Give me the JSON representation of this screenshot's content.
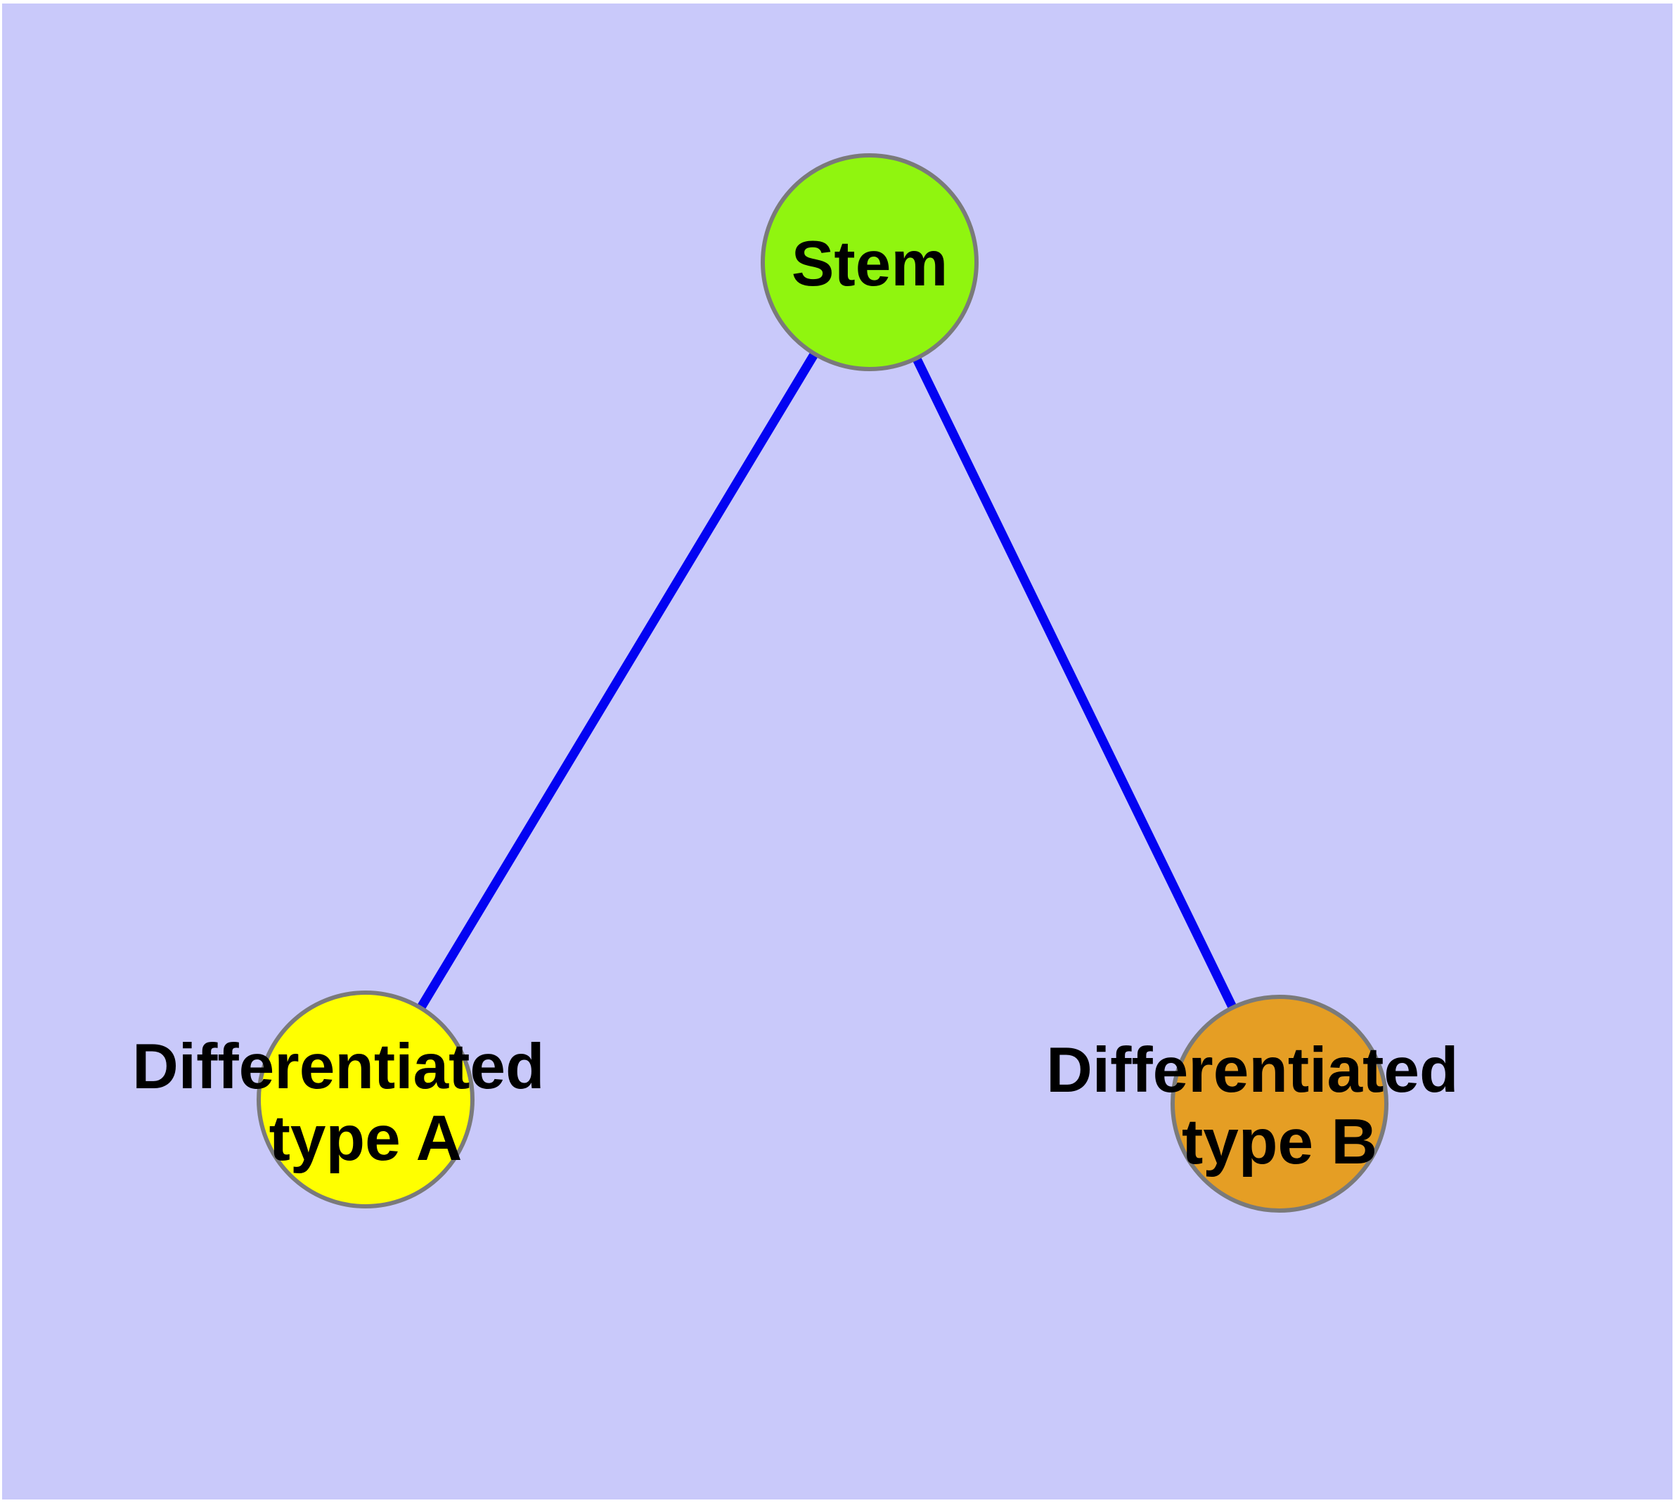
{
  "canvas": {
    "background_color": "#c9c9fa",
    "page_margin_color": "#ffffff"
  },
  "graph": {
    "type": "node-link-diagram",
    "title": "",
    "nodes": [
      {
        "id": "stem",
        "label": "Stem",
        "fill_color": "#90f50f",
        "border_color": "#7a7a7a",
        "text_color": "#000000"
      },
      {
        "id": "differentiated-type-a",
        "label_line1": "Differentiated",
        "label_line2": "type A",
        "fill_color": "#ffff00",
        "border_color": "#7a7a7a",
        "text_color": "#000000"
      },
      {
        "id": "differentiated-type-b",
        "label_line1": "Differentiated",
        "label_line2": "type B",
        "fill_color": "#e59e24",
        "border_color": "#7a7a7a",
        "text_color": "#000000"
      }
    ],
    "edges": [
      {
        "from": "stem",
        "to": "differentiated-type-a",
        "color": "#0303f2"
      },
      {
        "from": "stem",
        "to": "differentiated-type-b",
        "color": "#0303f2"
      }
    ]
  }
}
